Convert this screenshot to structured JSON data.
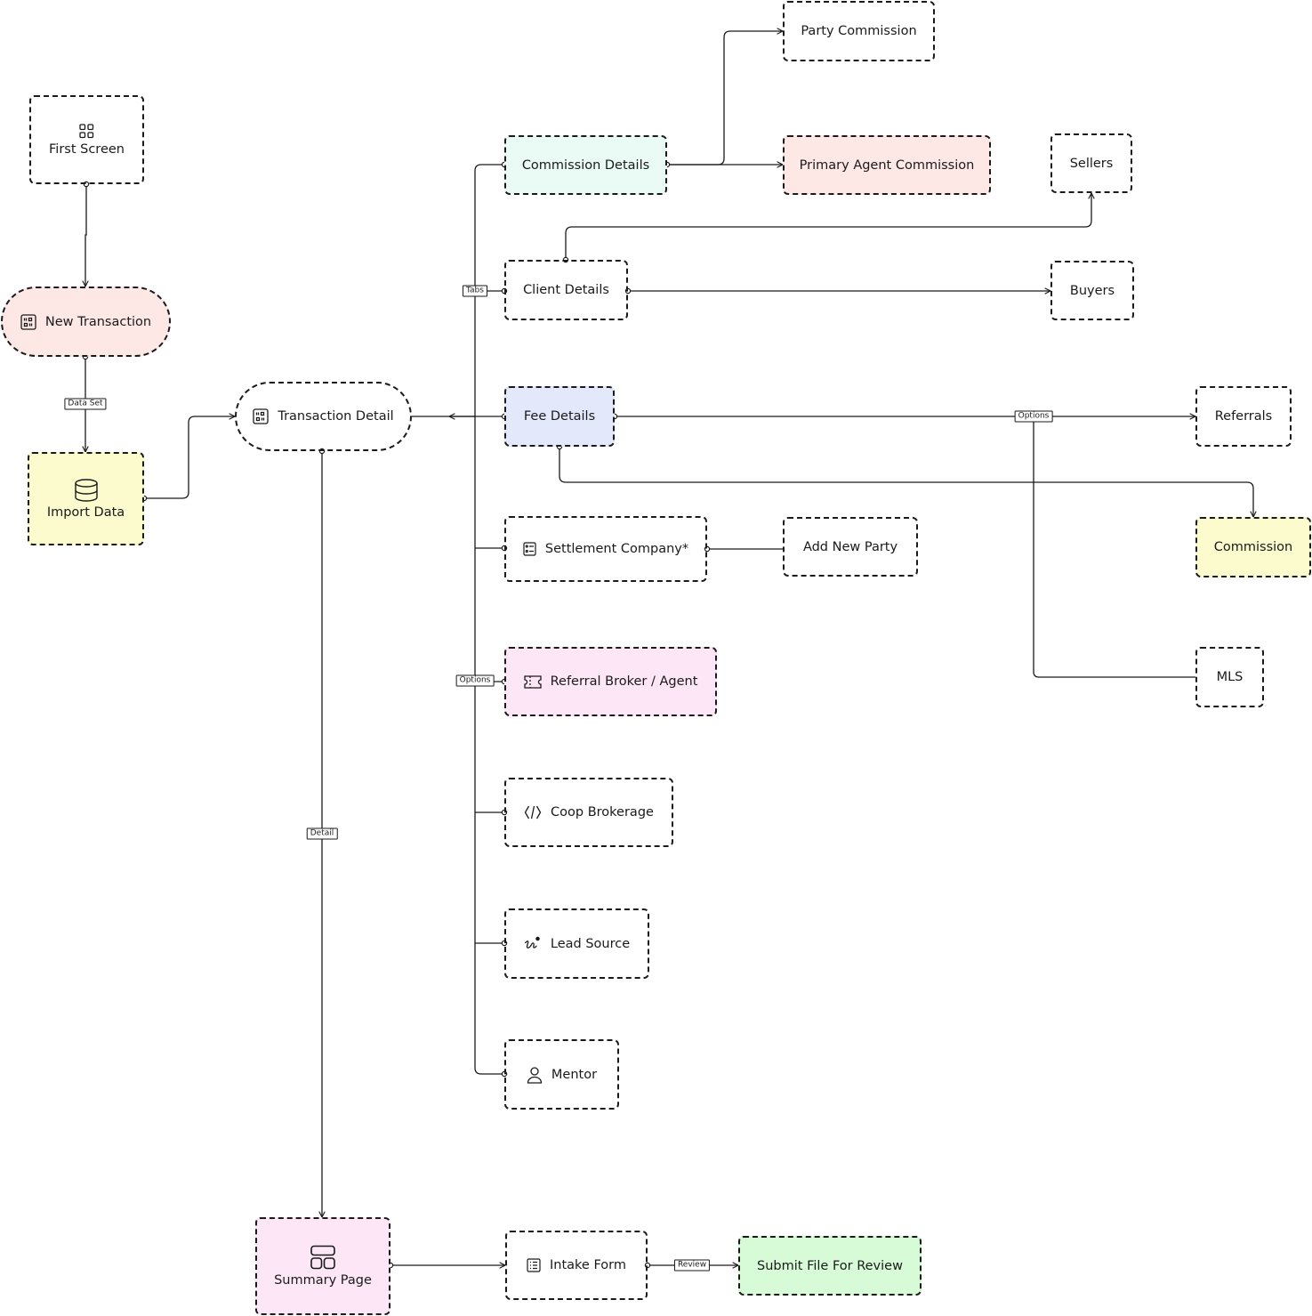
{
  "colors": {
    "stroke": "#1a1a1a",
    "red_fill": "#fde8e6",
    "yellow_fill": "#fbfbcd",
    "mint_fill": "#e9fbf4",
    "blue_fill": "#e3e8fb",
    "pink_fill": "#fde7f6",
    "green_fill": "#d7fbd7"
  },
  "nodes": {
    "first_screen": {
      "label": "First Screen",
      "icon": "grid-icon"
    },
    "new_transaction": {
      "label": "New Transaction",
      "icon": "calculator-icon"
    },
    "import_data": {
      "label": "Import Data",
      "icon": "database-icon"
    },
    "transaction_detail": {
      "label": "Transaction Detail",
      "icon": "calculator-icon"
    },
    "summary_page": {
      "label": "Summary Page",
      "icon": "layout-icon"
    },
    "commission_details": {
      "label": "Commission Details"
    },
    "party_commission": {
      "label": "Party Commission"
    },
    "primary_agent_commission": {
      "label": "Primary Agent Commission"
    },
    "sellers": {
      "label": "Sellers"
    },
    "client_details": {
      "label": "Client Details"
    },
    "buyers": {
      "label": "Buyers"
    },
    "fee_details": {
      "label": "Fee Details"
    },
    "referrals": {
      "label": "Referrals"
    },
    "commission": {
      "label": "Commission"
    },
    "settlement_company": {
      "label": "Settlement Company*",
      "icon": "list-icon"
    },
    "add_new_party": {
      "label": "Add New Party"
    },
    "referral_broker": {
      "label": "Referral Broker / Agent",
      "icon": "ticket-icon"
    },
    "mls": {
      "label": "MLS"
    },
    "coop_brokerage": {
      "label": "Coop Brokerage",
      "icon": "code-icon"
    },
    "lead_source": {
      "label": "Lead Source",
      "icon": "signature-icon"
    },
    "mentor": {
      "label": "Mentor",
      "icon": "user-icon"
    },
    "intake_form": {
      "label": "Intake Form",
      "icon": "checklist-icon"
    },
    "submit_file": {
      "label": "Submit File For Review"
    }
  },
  "edge_labels": {
    "data_set": "Data Set",
    "tabs": "Tabs",
    "options_fee": "Options",
    "options_referral": "Options",
    "detail": "Detail",
    "review": "Review"
  }
}
